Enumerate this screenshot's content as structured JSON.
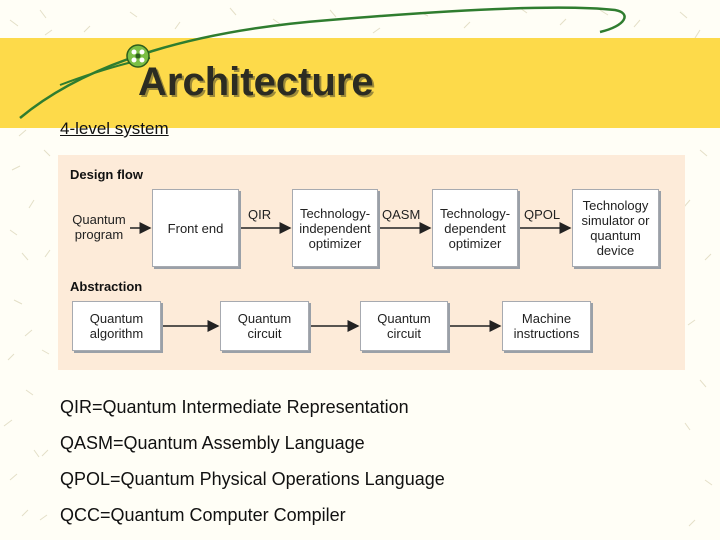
{
  "slide": {
    "title": "Architecture",
    "subtitle": "4-level system"
  },
  "figure": {
    "design_flow": {
      "label": "Design flow",
      "start": "Quantum program",
      "nodes": [
        "Front end",
        "Technology-independent optimizer",
        "Technology-dependent optimizer",
        "Technology simulator or quantum device"
      ],
      "edges": [
        "QIR",
        "QASM",
        "QPOL"
      ]
    },
    "abstraction": {
      "label": "Abstraction",
      "nodes": [
        "Quantum algorithm",
        "Quantum circuit",
        "Quantum circuit",
        "Machine instructions"
      ]
    }
  },
  "definitions": [
    "QIR=Quantum Intermediate Representation",
    "QASM=Quantum Assembly Language",
    "QPOL=Quantum Physical Operations Language",
    "QCC=Quantum Computer Compiler"
  ],
  "colors": {
    "title_band": "#fdda4a",
    "figure_background": "#fdebd9",
    "swoosh": "#2f7d2f"
  }
}
